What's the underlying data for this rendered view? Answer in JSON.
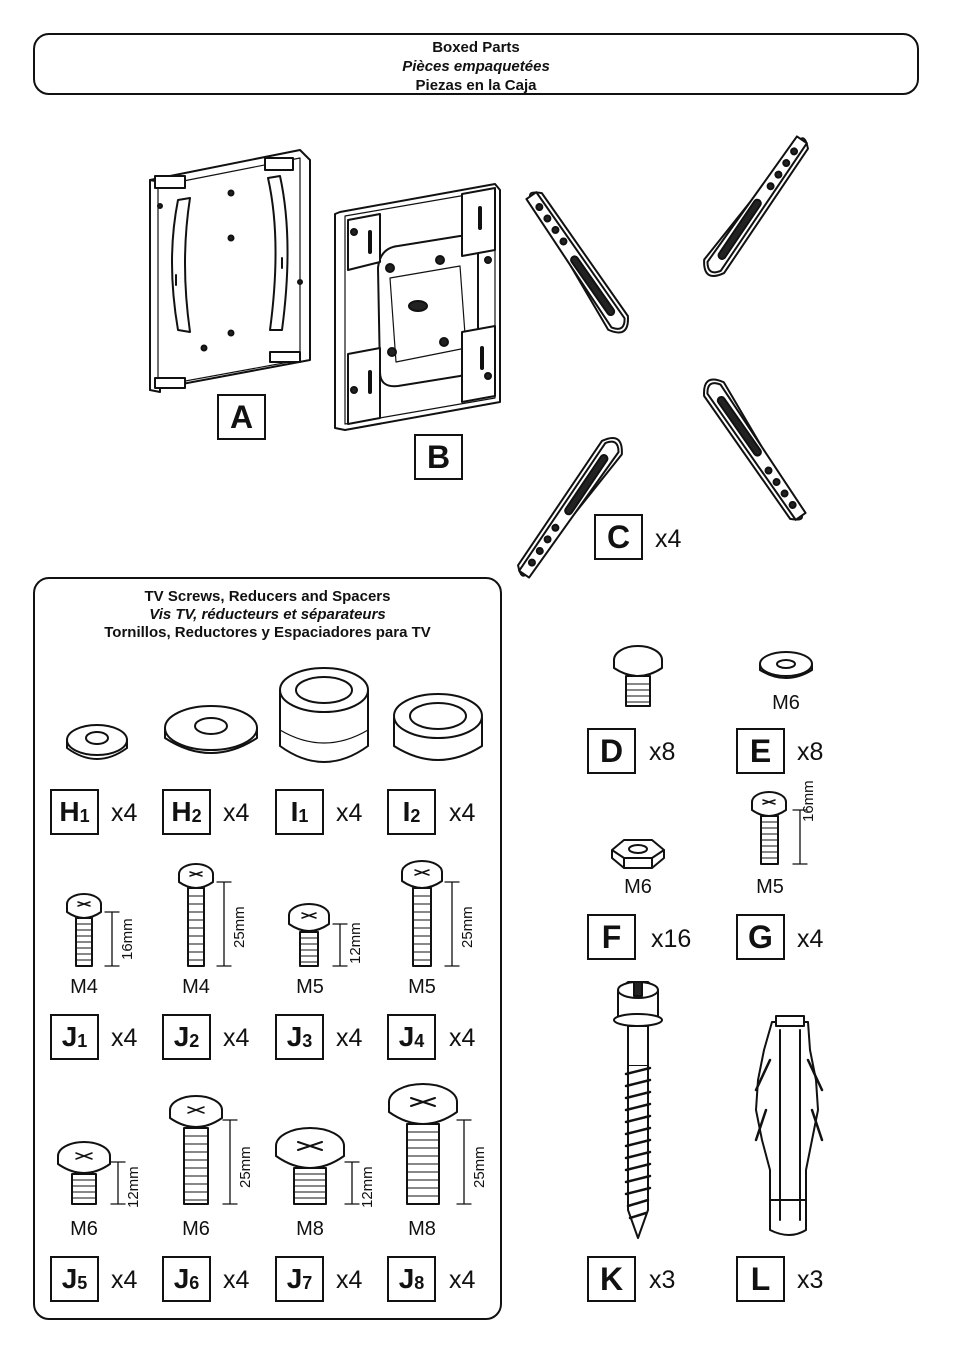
{
  "header": {
    "title_en": "Boxed Parts",
    "title_fr": "Pièces empaquetées",
    "title_es": "Piezas en la Caja"
  },
  "panel": {
    "title_en": "TV Screws, Reducers and Spacers",
    "title_fr": "Vis TV, réducteurs et séparateurs",
    "title_es": "Tornillos, Reductores y Espaciadores para TV"
  },
  "parts": {
    "A": {
      "letter": "A"
    },
    "B": {
      "letter": "B"
    },
    "C": {
      "letter": "C",
      "qty": "x4"
    },
    "D": {
      "letter": "D",
      "qty": "x8"
    },
    "E": {
      "letter": "E",
      "qty": "x8",
      "size": "M6"
    },
    "F": {
      "letter": "F",
      "qty": "x16",
      "size": "M6"
    },
    "G": {
      "letter": "G",
      "qty": "x4",
      "size": "M5",
      "length": "16mm"
    },
    "K": {
      "letter": "K",
      "qty": "x3"
    },
    "L": {
      "letter": "L",
      "qty": "x3"
    },
    "H1": {
      "letter": "H",
      "sub": "1",
      "qty": "x4"
    },
    "H2": {
      "letter": "H",
      "sub": "2",
      "qty": "x4"
    },
    "I1": {
      "letter": "I",
      "sub": "1",
      "qty": "x4"
    },
    "I2": {
      "letter": "I",
      "sub": "2",
      "qty": "x4"
    },
    "J1": {
      "letter": "J",
      "sub": "1",
      "qty": "x4",
      "size": "M4",
      "length": "16mm"
    },
    "J2": {
      "letter": "J",
      "sub": "2",
      "qty": "x4",
      "size": "M4",
      "length": "25mm"
    },
    "J3": {
      "letter": "J",
      "sub": "3",
      "qty": "x4",
      "size": "M5",
      "length": "12mm"
    },
    "J4": {
      "letter": "J",
      "sub": "4",
      "qty": "x4",
      "size": "M5",
      "length": "25mm"
    },
    "J5": {
      "letter": "J",
      "sub": "5",
      "qty": "x4",
      "size": "M6",
      "length": "12mm"
    },
    "J6": {
      "letter": "J",
      "sub": "6",
      "qty": "x4",
      "size": "M6",
      "length": "25mm"
    },
    "J7": {
      "letter": "J",
      "sub": "7",
      "qty": "x4",
      "size": "M8",
      "length": "12mm"
    },
    "J8": {
      "letter": "J",
      "sub": "8",
      "qty": "x4",
      "size": "M8",
      "length": "25mm"
    }
  },
  "icons": {
    "plate_a": "wall-plate-icon",
    "plate_b": "tv-bracket-icon",
    "arm": "mounting-arm-icon",
    "screw": "screw-icon",
    "washer": "washer-icon",
    "nut": "nut-icon",
    "lag_bolt": "lag-bolt-icon",
    "anchor": "wall-anchor-icon",
    "spacer": "spacer-icon"
  }
}
